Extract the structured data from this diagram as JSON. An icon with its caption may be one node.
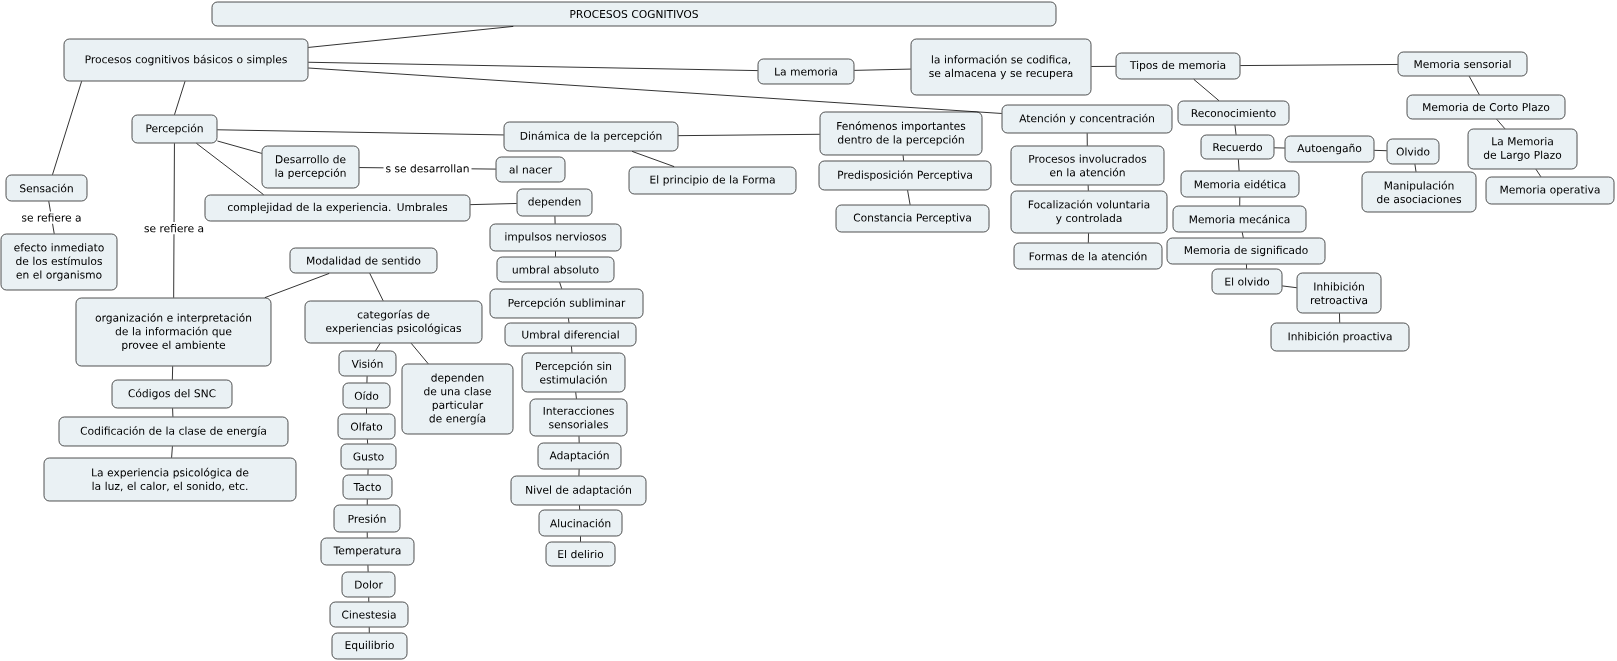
{
  "diagram": {
    "nodes": [
      {
        "text": [
          "PROCESOS COGNITIVOS"
        ]
      },
      {
        "text": [
          "Procesos cognitivos básicos o simples"
        ]
      },
      {
        "text": [
          "Percepción"
        ]
      },
      {
        "text": [
          "Sensación"
        ]
      },
      {
        "text": [
          "efecto inmediato de los estímulos en el organismo"
        ]
      },
      {
        "text": [
          "Desarrollo de la percepción"
        ]
      },
      {
        "text": [
          "al nacer"
        ]
      },
      {
        "text": [
          "complejidad de la experiencia. Umbrales"
        ]
      },
      {
        "text": [
          "Dinámica de la percepción"
        ]
      },
      {
        "text": [
          "El principio de la Forma"
        ]
      },
      {
        "text": [
          "Fenómenos importantes dentro de la percepción"
        ]
      },
      {
        "text": [
          "Predisposición Perceptiva"
        ]
      },
      {
        "text": [
          "Constancia Perceptiva"
        ]
      },
      {
        "text": [
          "dependen"
        ]
      },
      {
        "text": [
          "impulsos nerviosos"
        ]
      },
      {
        "text": [
          "umbral absoluto"
        ]
      },
      {
        "text": [
          "Percepción subliminar"
        ]
      },
      {
        "text": [
          "Umbral diferencial"
        ]
      },
      {
        "text": [
          "Percepción sin estimulación"
        ]
      },
      {
        "text": [
          "Interacciones sensoriales"
        ]
      },
      {
        "text": [
          "Adaptación"
        ]
      },
      {
        "text": [
          "Nivel de adaptación"
        ]
      },
      {
        "text": [
          "Alucinación"
        ]
      },
      {
        "text": [
          "El delirio"
        ]
      },
      {
        "text": [
          "Modalidad de sentido"
        ]
      },
      {
        "text": [
          "organización e interpretación de la información que provee el ambiente"
        ]
      },
      {
        "text": [
          "categorías de experiencias psicológicas"
        ]
      },
      {
        "text": [
          "dependen de una clase particular de energía"
        ]
      },
      {
        "text": [
          "Visión"
        ]
      },
      {
        "text": [
          "Oído"
        ]
      },
      {
        "text": [
          "Olfato"
        ]
      },
      {
        "text": [
          "Gusto"
        ]
      },
      {
        "text": [
          "Tacto"
        ]
      },
      {
        "text": [
          "Presión"
        ]
      },
      {
        "text": [
          "Temperatura"
        ]
      },
      {
        "text": [
          "Dolor"
        ]
      },
      {
        "text": [
          "Cinestesia"
        ]
      },
      {
        "text": [
          "Equilibrio"
        ]
      },
      {
        "text": [
          "Códigos del SNC"
        ]
      },
      {
        "text": [
          "Codificación de la clase de energía"
        ]
      },
      {
        "text": [
          "La experiencia psicológica de la luz, el calor, el sonido, etc."
        ]
      },
      {
        "text": [
          "La memoria"
        ]
      },
      {
        "text": [
          "la información se codifica, se almacena y se recupera"
        ]
      },
      {
        "text": [
          "Tipos de memoria"
        ]
      },
      {
        "text": [
          "Memoria sensorial"
        ]
      },
      {
        "text": [
          "Memoria de Corto Plazo"
        ]
      },
      {
        "text": [
          "La Memoria de Largo Plazo"
        ]
      },
      {
        "text": [
          "Memoria operativa"
        ]
      },
      {
        "text": [
          "Atención y concentración"
        ]
      },
      {
        "text": [
          "Procesos involucrados en la atención"
        ]
      },
      {
        "text": [
          "Focalización voluntaria y controlada"
        ]
      },
      {
        "text": [
          "Formas de la atención"
        ]
      },
      {
        "text": [
          "Reconocimiento"
        ]
      },
      {
        "text": [
          "Recuerdo"
        ]
      },
      {
        "text": [
          "Autoengaño"
        ]
      },
      {
        "text": [
          "Olvido"
        ]
      },
      {
        "text": [
          "Manipulación de asociaciones"
        ]
      },
      {
        "text": [
          "Memoria eidética"
        ]
      },
      {
        "text": [
          "Memoria mecánica"
        ]
      },
      {
        "text": [
          "Memoria de significado"
        ]
      },
      {
        "text": [
          "El olvido"
        ]
      },
      {
        "text": [
          "Inhibición retroactiva"
        ]
      },
      {
        "text": [
          "Inhibición proactiva"
        ]
      }
    ],
    "edges": [
      {
        "from": 0,
        "to": 1,
        "arrow": "none"
      },
      {
        "from": 1,
        "to": 3,
        "arrow": "none"
      },
      {
        "from": 1,
        "to": 2,
        "arrow": "none"
      },
      {
        "from": 1,
        "to": 41,
        "arrow": "none"
      },
      {
        "from": 1,
        "to": 48,
        "arrow": "none"
      },
      {
        "from": 3,
        "to": 4,
        "label": "se refiere a",
        "arrow": "none"
      },
      {
        "from": 2,
        "to": 8,
        "arrow": "none"
      },
      {
        "from": 2,
        "to": 5,
        "arrow": "none"
      },
      {
        "from": 2,
        "to": 7,
        "arrow": "none"
      },
      {
        "from": 2,
        "to": 25,
        "label": "se refiere a",
        "arrow": "none"
      },
      {
        "from": 5,
        "to": 6,
        "label": "s se desarrollan",
        "arrow": "none"
      },
      {
        "from": 7,
        "to": 13,
        "arrow": "none"
      },
      {
        "from": 13,
        "to": 14,
        "arrow": "none"
      },
      {
        "from": 14,
        "to": 15,
        "arrow": "none"
      },
      {
        "from": 15,
        "to": 16,
        "arrow": "none"
      },
      {
        "from": 16,
        "to": 17,
        "arrow": "none"
      },
      {
        "from": 17,
        "to": 18,
        "arrow": "none"
      },
      {
        "from": 18,
        "to": 19,
        "arrow": "none"
      },
      {
        "from": 19,
        "to": 20,
        "arrow": "none"
      },
      {
        "from": 20,
        "to": 21,
        "arrow": "none"
      },
      {
        "from": 21,
        "to": 22,
        "arrow": "none"
      },
      {
        "from": 22,
        "to": 23,
        "arrow": "none"
      },
      {
        "from": 8,
        "to": 10,
        "arrow": "none"
      },
      {
        "from": 8,
        "to": 9,
        "arrow": "none"
      },
      {
        "from": 10,
        "to": 11,
        "arrow": "none"
      },
      {
        "from": 11,
        "to": 12,
        "arrow": "none"
      },
      {
        "from": 24,
        "to": 25,
        "arrow": "none"
      },
      {
        "from": 24,
        "to": 26,
        "arrow": "none"
      },
      {
        "from": 26,
        "to": 28,
        "arrow": "none"
      },
      {
        "from": 26,
        "to": 27,
        "arrow": "none"
      },
      {
        "from": 28,
        "to": 29,
        "arrow": "none"
      },
      {
        "from": 29,
        "to": 30,
        "arrow": "none"
      },
      {
        "from": 30,
        "to": 31,
        "arrow": "none"
      },
      {
        "from": 31,
        "to": 32,
        "arrow": "none"
      },
      {
        "from": 32,
        "to": 33,
        "arrow": "none"
      },
      {
        "from": 33,
        "to": 34,
        "arrow": "none"
      },
      {
        "from": 34,
        "to": 35,
        "arrow": "none"
      },
      {
        "from": 35,
        "to": 36,
        "arrow": "none"
      },
      {
        "from": 36,
        "to": 37,
        "arrow": "none"
      },
      {
        "from": 25,
        "to": 38,
        "arrow": "none"
      },
      {
        "from": 38,
        "to": 39,
        "arrow": "none"
      },
      {
        "from": 39,
        "to": 40,
        "arrow": "none"
      },
      {
        "from": 41,
        "to": 42,
        "arrow": "none"
      },
      {
        "from": 42,
        "to": 43,
        "arrow": "none"
      },
      {
        "from": 43,
        "to": 44,
        "arrow": "none"
      },
      {
        "from": 43,
        "to": 52,
        "arrow": "none"
      },
      {
        "from": 44,
        "to": 45,
        "arrow": "none"
      },
      {
        "from": 45,
        "to": 46,
        "arrow": "none"
      },
      {
        "from": 46,
        "to": 47,
        "arrow": "none"
      },
      {
        "from": 48,
        "to": 49,
        "arrow": "none"
      },
      {
        "from": 49,
        "to": 50,
        "arrow": "none"
      },
      {
        "from": 50,
        "to": 51,
        "arrow": "none"
      },
      {
        "from": 52,
        "to": 53,
        "arrow": "none"
      },
      {
        "from": 53,
        "to": 54,
        "arrow": "none"
      },
      {
        "from": 54,
        "to": 55,
        "arrow": "none"
      },
      {
        "from": 55,
        "to": 56,
        "arrow": "none"
      },
      {
        "from": 53,
        "to": 57,
        "arrow": "none"
      },
      {
        "from": 57,
        "to": 58,
        "arrow": "none"
      },
      {
        "from": 58,
        "to": 59,
        "arrow": "none"
      },
      {
        "from": 59,
        "to": 60,
        "arrow": "none"
      },
      {
        "from": 60,
        "to": 61,
        "arrow": "none"
      },
      {
        "from": 61,
        "to": 62,
        "arrow": "none"
      }
    ]
  }
}
